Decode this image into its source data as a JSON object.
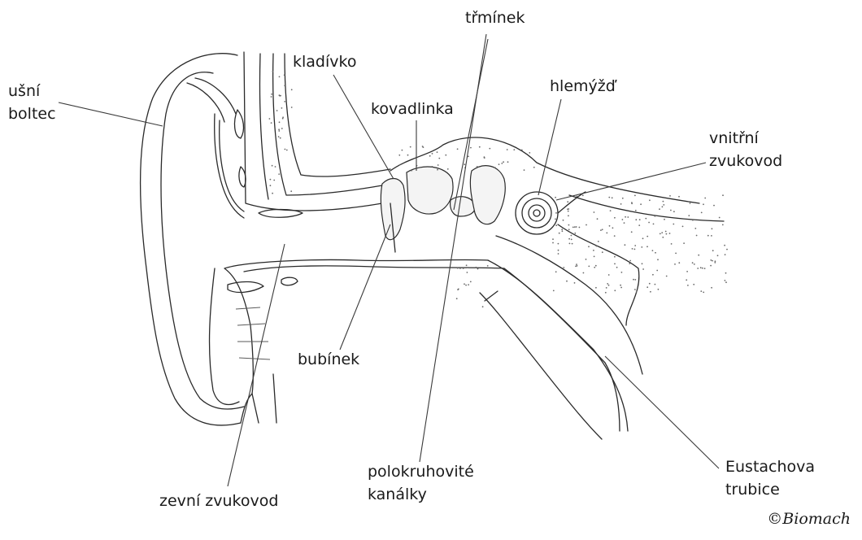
{
  "labels": {
    "usni_line1": "ušní",
    "usni_line2": "boltec",
    "kladivko": "kladívko",
    "trminek": "třmínek",
    "kovadlinka": "kovadlinka",
    "hlemyzd": "hlemýžď",
    "vnitrni_line1": "vnitřní",
    "vnitrni_line2": "zvukovod",
    "bubinek": "bubínek",
    "zevni": "zevní zvukovod",
    "polokruhovite_line1": "polokruhovité",
    "polokruhovite_line2": "kanálky",
    "eustach_line1": "Eustachova",
    "eustach_line2": "trubice"
  },
  "copyright": "©Biomach"
}
